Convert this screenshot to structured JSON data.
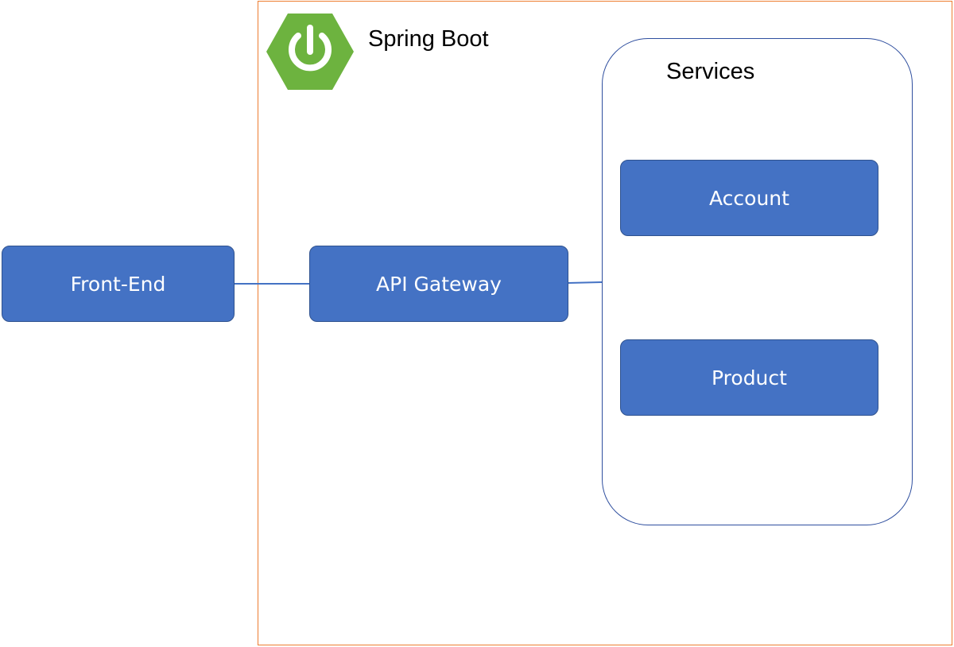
{
  "colors": {
    "frame_border": "#ed7d31",
    "services_border": "#2f4f9f",
    "node_fill": "#4472c4",
    "node_border": "#2f528f",
    "node_text": "#ffffff",
    "connector": "#4472c4",
    "logo_green": "#6db33f"
  },
  "frame": {
    "title": "Spring Boot",
    "logo_icon": "spring-boot-power-icon"
  },
  "services": {
    "title": "Services"
  },
  "nodes": {
    "frontend": "Front-End",
    "gateway": "API Gateway",
    "account": "Account",
    "product": "Product"
  }
}
